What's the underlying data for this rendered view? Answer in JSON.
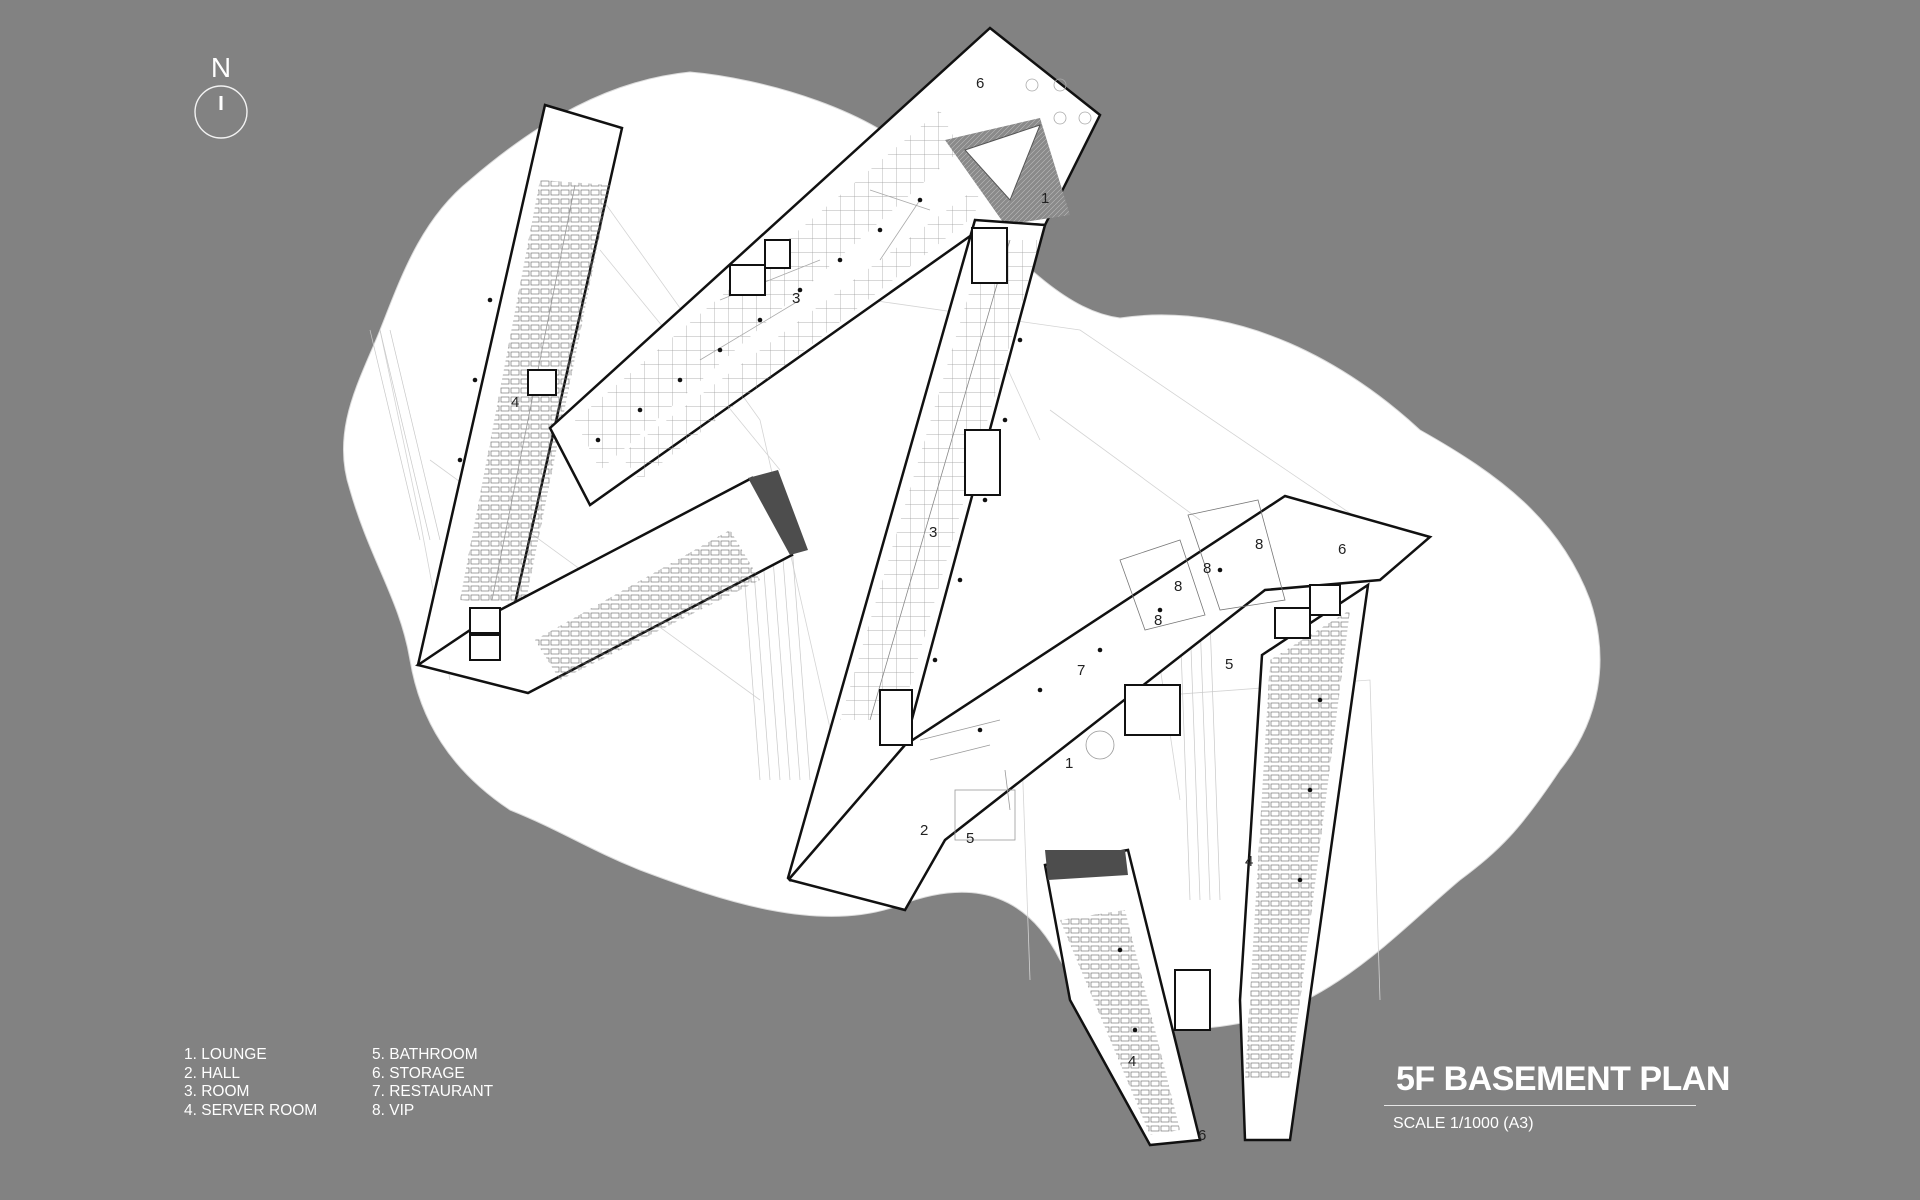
{
  "north_label": "N",
  "legend": {
    "left": [
      "1. LOUNGE",
      "2. HALL",
      "3. ROOM",
      "4. SERVER ROOM"
    ],
    "right": [
      "5. BATHROOM",
      "6. STORAGE",
      "7. RESTAURANT",
      "8. VIP"
    ]
  },
  "title": "5F BASEMENT PLAN",
  "scale": "SCALE 1/1000 (A3)",
  "room_labels": [
    "1",
    "1",
    "2",
    "3",
    "3",
    "4",
    "4",
    "4",
    "5",
    "5",
    "6",
    "6",
    "6",
    "7",
    "8",
    "8",
    "8",
    "8"
  ],
  "colors": {
    "background": "#828282",
    "site": "#ffffff",
    "walls": "#1a1a1a",
    "void": "#4d4d4d"
  }
}
